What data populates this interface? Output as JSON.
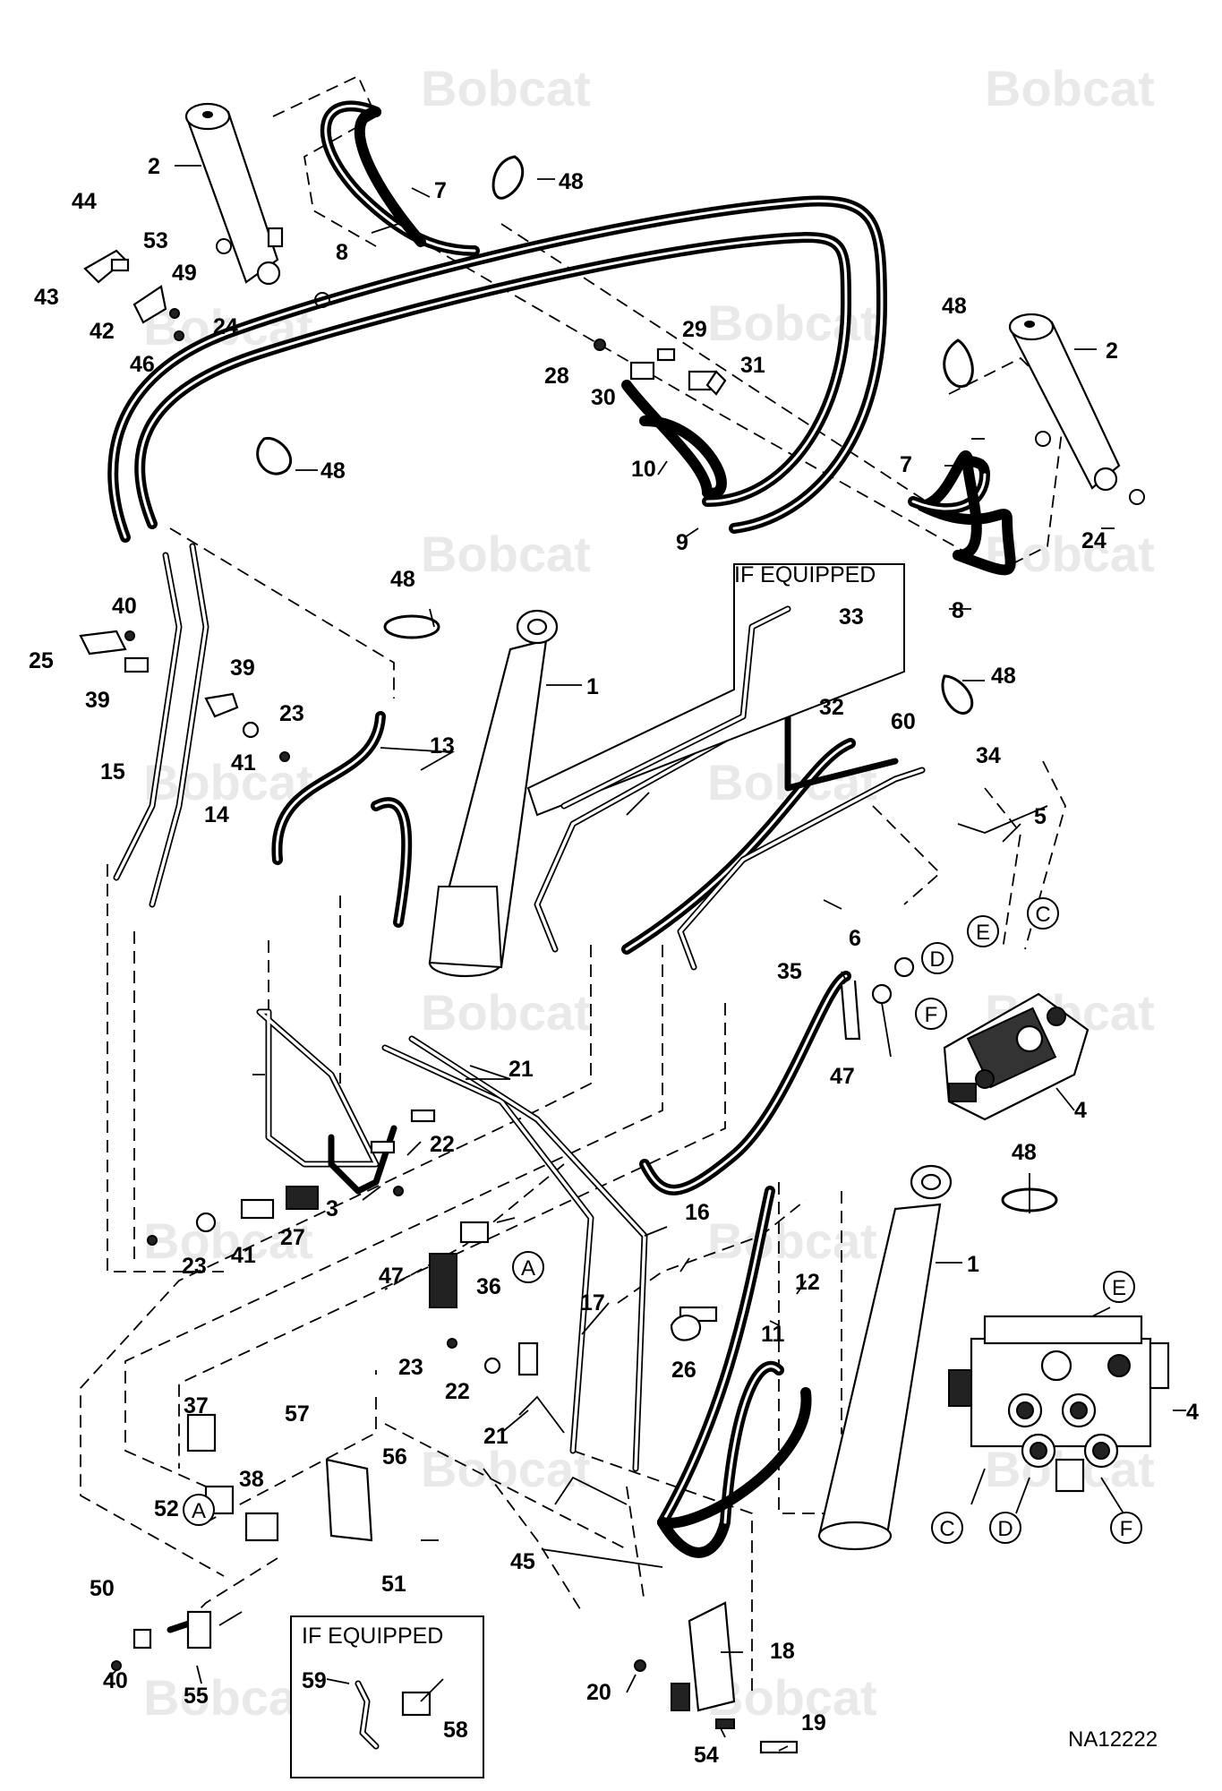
{
  "diagram_code": "NA12222",
  "watermark": "Bobcat",
  "if_equipped_top": "IF EQUIPPED",
  "if_equipped_bottom": "IF EQUIPPED",
  "labels": {
    "l1a": "1",
    "l1b": "1",
    "l2a": "2",
    "l2b": "2",
    "l3": "3",
    "l4a": "4",
    "l4b": "4",
    "l5": "5",
    "l6": "6",
    "l7a": "7",
    "l7b": "7",
    "l8a": "8",
    "l8b": "8",
    "l9": "9",
    "l10": "10",
    "l11": "11",
    "l12": "12",
    "l13": "13",
    "l14": "14",
    "l15": "15",
    "l16": "16",
    "l17": "17",
    "l18": "18",
    "l19": "19",
    "l20": "20",
    "l21a": "21",
    "l21b": "21",
    "l22a": "22",
    "l22b": "22",
    "l23a": "23",
    "l23b": "23",
    "l23c": "23",
    "l24a": "24",
    "l24b": "24",
    "l25": "25",
    "l26": "26",
    "l27": "27",
    "l28": "28",
    "l29": "29",
    "l30": "30",
    "l31": "31",
    "l32": "32",
    "l33": "33",
    "l34": "34",
    "l35": "35",
    "l36": "36",
    "l37": "37",
    "l38": "38",
    "l39a": "39",
    "l39b": "39",
    "l40a": "40",
    "l40b": "40",
    "l41a": "41",
    "l41b": "41",
    "l42": "42",
    "l43": "43",
    "l44": "44",
    "l45": "45",
    "l46": "46",
    "l47a": "47",
    "l47b": "47",
    "l48a": "48",
    "l48b": "48",
    "l48c": "48",
    "l48d": "48",
    "l48e": "48",
    "l48f": "48",
    "l49": "49",
    "l50": "50",
    "l51": "51",
    "l52": "52",
    "l53": "53",
    "l54": "54",
    "l55": "55",
    "l56": "56",
    "l57": "57",
    "l58": "58",
    "l59": "59",
    "l60": "60"
  },
  "callouts": {
    "A1": "A",
    "A2": "A",
    "C1": "C",
    "C2": "C",
    "D1": "D",
    "D2": "D",
    "E1": "E",
    "E2": "E",
    "F1": "F",
    "F2": "F"
  }
}
